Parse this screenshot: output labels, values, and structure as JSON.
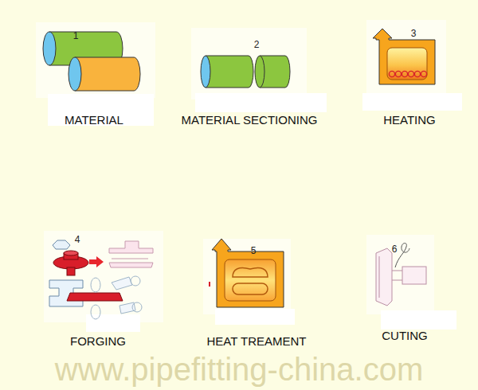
{
  "diagram": {
    "labels": [
      "1",
      "MATERIAL",
      "2",
      "MATERIAL SECTIONING",
      "3",
      "HEATING",
      "4",
      "FORGING",
      "5",
      "HEAT TREAMENT",
      "6",
      "CUTING",
      "www.pipefitting-china.com"
    ]
  }
}
